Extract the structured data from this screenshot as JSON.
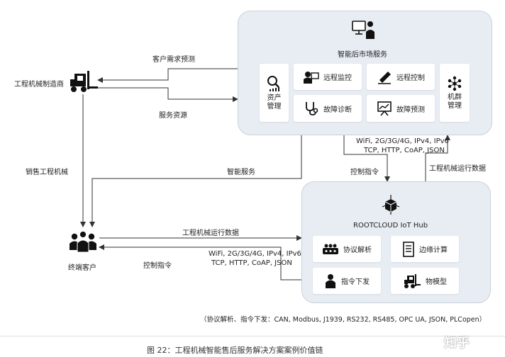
{
  "actors": {
    "manufacturer": "工程机械制造商",
    "customer": "终端客户"
  },
  "aftermarket": {
    "title": "智能后市场服务",
    "cards": {
      "asset": "资产\n管理",
      "remote_monitor": "远程监控",
      "remote_control": "远程控制",
      "fault_diag": "故障诊断",
      "fault_predict": "故障预测",
      "fleet": "机群\n管理"
    }
  },
  "hub": {
    "title": "ROOTCLOUD IoT Hub",
    "cards": {
      "protocol": "协议解析",
      "edge": "边缘计算",
      "command": "指令下发",
      "model": "物模型"
    }
  },
  "flows": {
    "customer_demand": "客户需求预测",
    "service_resource": "服务资源",
    "sell_machine": "销售工程机械",
    "smart_service": "智能服务",
    "control_cmd_up": "控制指令",
    "run_data_up": "工程机械运行数据",
    "run_data_left": "工程机械运行数据",
    "control_cmd_left": "控制指令",
    "protocols_top_1": "WiFi, 2G/3G/4G, IPv4, IPv6",
    "protocols_top_2": "TCP,  HTTP, CoAP, JSON",
    "protocols_left_1": "WiFi, 2G/3G/4G, IPv4, IPv6",
    "protocols_left_2": "TCP,  HTTP, CoAP, JSON"
  },
  "footnote": "（协议解析、指令下发：CAN, Modbus, J1939, RS232, RS485, OPC UA, JSON, PLCopen）",
  "caption": "图 22：工程机械智能售后服务解决方案案例价值链",
  "watermark": "知乎"
}
